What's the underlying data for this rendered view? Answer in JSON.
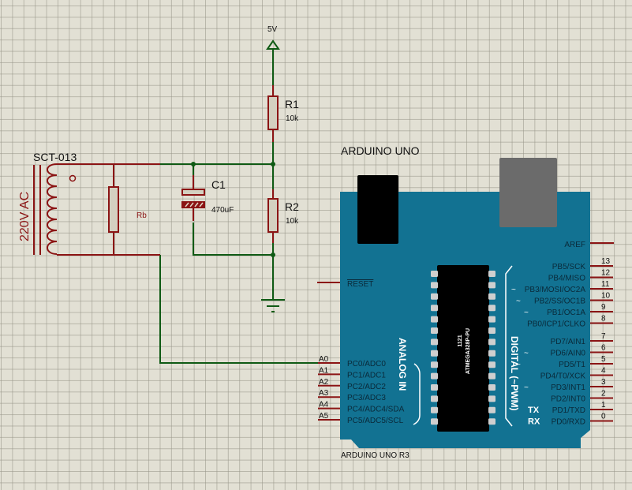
{
  "colors": {
    "wire": "#0f5a14",
    "component": "#8b1414",
    "component_fill": "#d4d0c0",
    "board": "#127292",
    "pin_line": "#8b1414",
    "board_text": "#0a2a3a",
    "chip": "#000000",
    "usb": "#6b6b6b"
  },
  "power": {
    "label": "5V"
  },
  "transformer": {
    "name": "SCT-013",
    "source_label": "220V AC"
  },
  "resistors": [
    {
      "ref": "R1",
      "value": "10k"
    },
    {
      "ref": "R2",
      "value": "10k"
    },
    {
      "ref": "Rb",
      "value": ""
    }
  ],
  "capacitor": {
    "ref": "C1",
    "value": "470uF"
  },
  "arduino": {
    "title": "ARDUINO UNO",
    "model": "ARDUINO UNO R3",
    "chip_line1": "1121",
    "chip_line2": "ATMEGA328P-PU",
    "analog_group_label": "ANALOG IN",
    "digital_group_label": "DIGITAL (~PWM)",
    "aref": "AREF",
    "reset": "RESET",
    "analog_pins": [
      {
        "num": "A0",
        "name": "PC0/ADC0"
      },
      {
        "num": "A1",
        "name": "PC1/ADC1"
      },
      {
        "num": "A2",
        "name": "PC2/ADC2"
      },
      {
        "num": "A3",
        "name": "PC3/ADC3"
      },
      {
        "num": "A4",
        "name": "PC4/ADC4/SDA"
      },
      {
        "num": "A5",
        "name": "PC5/ADC5/SCL"
      }
    ],
    "digital_pins": [
      {
        "num": "13",
        "name": "PB5/SCK",
        "prefix": ""
      },
      {
        "num": "12",
        "name": "PB4/MISO",
        "prefix": ""
      },
      {
        "num": "11",
        "name": "PB3/MOSI/OC2A",
        "prefix": "~"
      },
      {
        "num": "10",
        "name": "PB2/SS/OC1B",
        "prefix": "~"
      },
      {
        "num": "9",
        "name": "PB1/OC1A",
        "prefix": "~"
      },
      {
        "num": "8",
        "name": "PB0/ICP1/CLKO",
        "prefix": ""
      },
      {
        "num": "7",
        "name": "PD7/AIN1",
        "prefix": ""
      },
      {
        "num": "6",
        "name": "PD6/AIN0",
        "prefix": "~"
      },
      {
        "num": "5",
        "name": "PD5/T1",
        "prefix": "~"
      },
      {
        "num": "4",
        "name": "PD4/T0/XCK",
        "prefix": ""
      },
      {
        "num": "3",
        "name": "PD3/INT1",
        "prefix": "~"
      },
      {
        "num": "2",
        "name": "PD2/INT0",
        "prefix": ""
      },
      {
        "num": "1",
        "name": "PD1/TXD",
        "prefix": "TX"
      },
      {
        "num": "0",
        "name": "PD0/RXD",
        "prefix": "RX"
      }
    ]
  }
}
